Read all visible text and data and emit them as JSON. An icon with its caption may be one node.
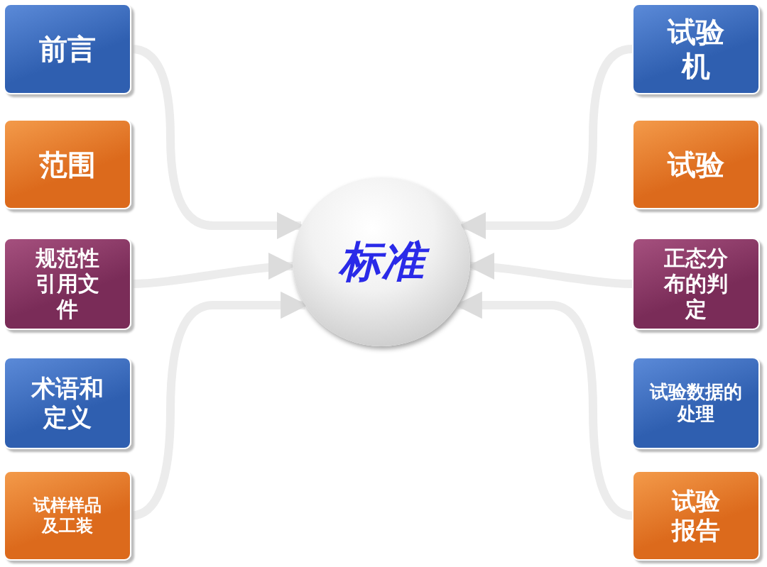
{
  "diagram": {
    "nodes": [
      {
        "text": [
          "前言"
        ]
      },
      {
        "text": [
          "范围"
        ]
      },
      {
        "text": [
          "规范性引用文件"
        ]
      },
      {
        "text": [
          "术语和定义"
        ]
      },
      {
        "text": [
          "试样样品及工装"
        ]
      },
      {
        "text": [
          "试验机"
        ]
      },
      {
        "text": [
          "试验"
        ]
      },
      {
        "text": [
          "正态分布的判定"
        ]
      },
      {
        "text": [
          "试验数据的处理"
        ]
      },
      {
        "text": [
          "试验报告"
        ]
      },
      {
        "text": [
          "标准"
        ]
      }
    ],
    "edges": [
      {
        "from": 0,
        "to": 10,
        "arrow": "to"
      },
      {
        "from": 2,
        "to": 10,
        "arrow": "to"
      },
      {
        "from": 4,
        "to": 10,
        "arrow": "to"
      },
      {
        "from": 5,
        "to": 10,
        "arrow": "to"
      },
      {
        "from": 7,
        "to": 10,
        "arrow": "to"
      },
      {
        "from": 9,
        "to": 10,
        "arrow": "to"
      }
    ]
  }
}
